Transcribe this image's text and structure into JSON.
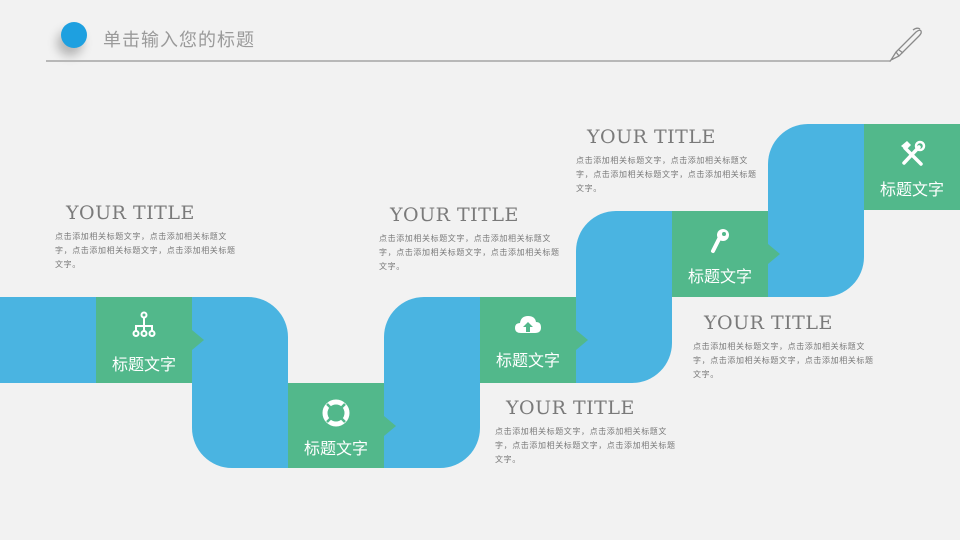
{
  "header": {
    "title": "单击输入您的标题",
    "accent_color": "#1ea0e0",
    "icon": "pen-icon"
  },
  "colors": {
    "ribbon_blue": "#4ab4e1",
    "step_green": "#52b88b",
    "background": "#f2f2f2",
    "text_gray": "#7a7a7a"
  },
  "steps": [
    {
      "label": "标题文字",
      "icon": "hierarchy-icon"
    },
    {
      "label": "标题文字",
      "icon": "lifebuoy-icon"
    },
    {
      "label": "标题文字",
      "icon": "cloud-upload-icon"
    },
    {
      "label": "标题文字",
      "icon": "key-icon"
    },
    {
      "label": "标题文字",
      "icon": "tools-icon"
    }
  ],
  "text_blocks": [
    {
      "title": "YOUR TITLE",
      "body": "点击添加相关标题文字，点击添加相关标题文字，点击添加相关标题文字，点击添加相关标题文字。"
    },
    {
      "title": "YOUR TITLE",
      "body": "点击添加相关标题文字，点击添加相关标题文字，点击添加相关标题文字，点击添加相关标题文字。"
    },
    {
      "title": "YOUR TITLE",
      "body": "点击添加相关标题文字，点击添加相关标题文字，点击添加相关标题文字，点击添加相关标题文字。"
    },
    {
      "title": "YOUR TITLE",
      "body": "点击添加相关标题文字，点击添加相关标题文字，点击添加相关标题文字，点击添加相关标题文字。"
    },
    {
      "title": "YOUR TITLE",
      "body": "点击添加相关标题文字，点击添加相关标题文字，点击添加相关标题文字，点击添加相关标题文字。"
    }
  ]
}
